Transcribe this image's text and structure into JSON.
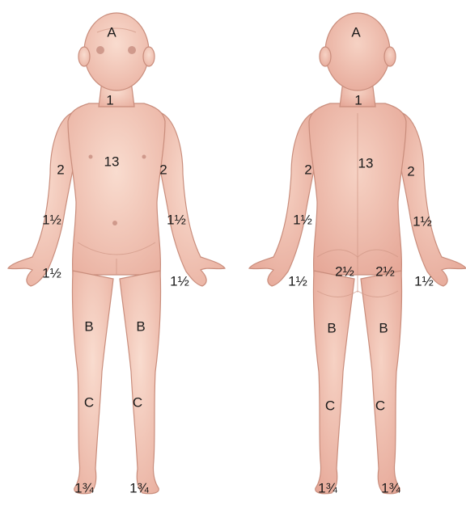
{
  "front": {
    "head": "A",
    "neck": "1",
    "trunk": "13",
    "upper_arm_left": "2",
    "upper_arm_right": "2",
    "forearm_left": "1½",
    "forearm_right": "1½",
    "hand_left": "1½",
    "hand_right": "1½",
    "thigh_left": "B",
    "thigh_right": "B",
    "leg_left": "C",
    "leg_right": "C",
    "foot_left": "1¾",
    "foot_right": "1¾"
  },
  "back": {
    "head": "A",
    "neck": "1",
    "trunk": "13",
    "upper_arm_left": "2",
    "upper_arm_right": "2",
    "forearm_left": "1½",
    "forearm_right": "1½",
    "hand_left": "1½",
    "hand_right": "1½",
    "buttock_left": "2½",
    "buttock_right": "2½",
    "thigh_left": "B",
    "thigh_right": "B",
    "leg_left": "C",
    "leg_right": "C",
    "foot_left": "1¾",
    "foot_right": "1¾"
  },
  "colors": {
    "skin_light": "#f7d3c6",
    "skin_dark": "#e9ad9c",
    "outline": "#c98d7c"
  }
}
